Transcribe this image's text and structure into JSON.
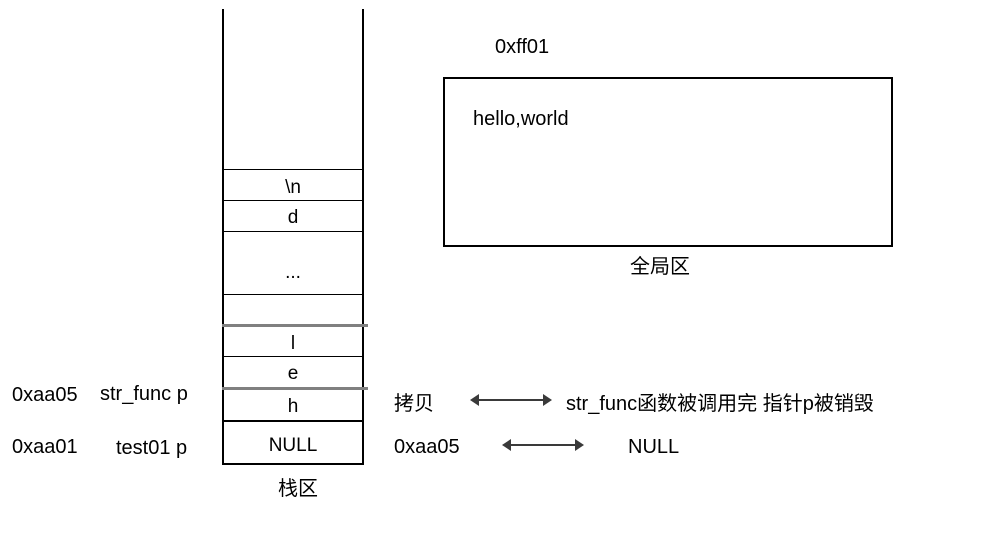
{
  "diagram": {
    "stack": {
      "caption": "栈区",
      "cells": [
        {
          "label": "",
          "name": "stack-cell-empty-top"
        },
        {
          "label": "\\n",
          "name": "stack-cell-newline"
        },
        {
          "label": "d",
          "name": "stack-cell-d"
        },
        {
          "label": "...",
          "name": "stack-cell-ellipsis"
        },
        {
          "label": "",
          "name": "stack-cell-empty-mid"
        },
        {
          "label": "l",
          "name": "stack-cell-l"
        },
        {
          "label": "e",
          "name": "stack-cell-e"
        },
        {
          "label": "h",
          "name": "stack-cell-h"
        },
        {
          "label": "NULL",
          "name": "stack-cell-null"
        }
      ],
      "frames": [
        {
          "address": "0xaa05",
          "name": "str_func p"
        },
        {
          "address": "0xaa01",
          "name": "test01 p"
        }
      ]
    },
    "global": {
      "address": "0xff01",
      "content": "hello,world",
      "caption": "全局区"
    },
    "notes": {
      "copy": "拷贝",
      "destroy": "str_func函数被调用完 指针p被销毁",
      "address_value": "0xaa05",
      "null_value": "NULL"
    },
    "colors": {
      "stroke": "#000000",
      "gray_divider": "#808080",
      "arrow": "#3a3a3a",
      "background": "#ffffff"
    }
  }
}
